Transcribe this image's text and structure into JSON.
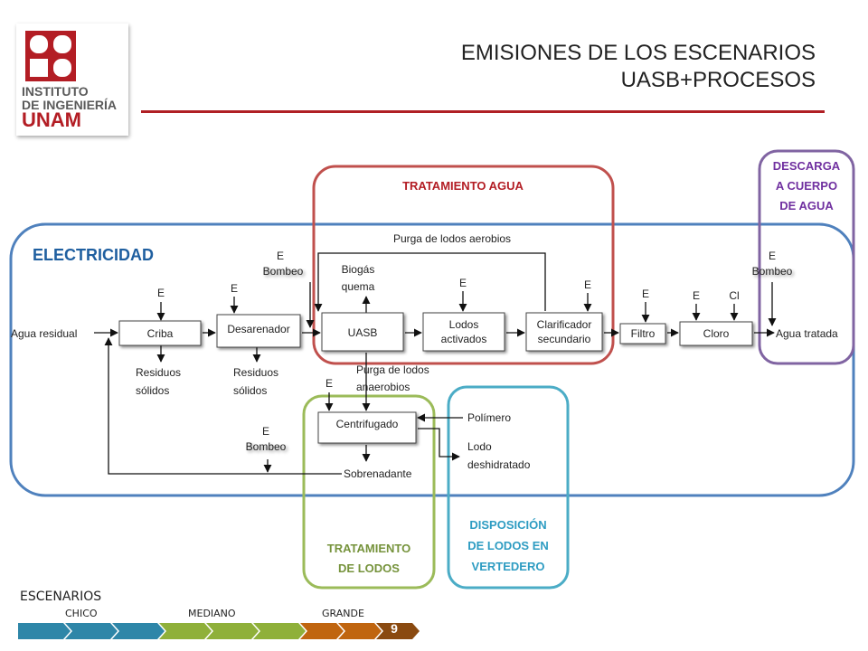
{
  "header": {
    "title_line1": "EMISIONES DE LOS ESCENARIOS",
    "title_line2": "UASB+PROCESOS"
  },
  "logo": {
    "line1": "INSTITUTO",
    "line2": "DE INGENIERÍA",
    "line3": "UNAM"
  },
  "regions": {
    "electricidad": "ELECTRICIDAD",
    "tratamiento_agua": "TRATAMIENTO AGUA",
    "descarga": [
      "DESCARGA",
      "A CUERPO",
      "DE AGUA"
    ],
    "tratamiento_lodos": [
      "TRATAMIENTO",
      "DE LODOS"
    ],
    "disposicion": [
      "DISPOSICIÓN",
      "DE LODOS EN",
      "VERTEDERO"
    ]
  },
  "nodes": {
    "criba": "Criba",
    "desarenador": "Desarenador",
    "uasb": "UASB",
    "lodos_activados": [
      "Lodos",
      "activados"
    ],
    "clarificador": [
      "Clarificador",
      "secundario"
    ],
    "filtro": "Filtro",
    "cloro": "Cloro",
    "centrifugado": "Centrifugado",
    "sobrenadante": "Sobrenadante"
  },
  "labels": {
    "agua_residual": "Agua residual",
    "agua_tratada": "Agua tratada",
    "residuos_1": [
      "Residuos",
      "sólidos"
    ],
    "residuos_2": [
      "Residuos",
      "sólidos"
    ],
    "biogas": [
      "Biogás",
      "quema"
    ],
    "purga_aerobios": "Purga de lodos aerobios",
    "purga_anaerobios": [
      "Purga de lodos",
      "anaerobios"
    ],
    "polimero": "Polímero",
    "lodo_deshidratado": [
      "Lodo",
      "deshidratado"
    ],
    "e": "E",
    "cl": "Cl",
    "bombeo": "Bombeo"
  },
  "scenarios": {
    "label": "ESCENARIOS",
    "ticks": [
      "CHICO",
      "MEDIANO",
      "GRANDE"
    ],
    "page_number": "9",
    "colors": [
      "#2e86a8",
      "#8fb03a",
      "#c0650f"
    ]
  }
}
